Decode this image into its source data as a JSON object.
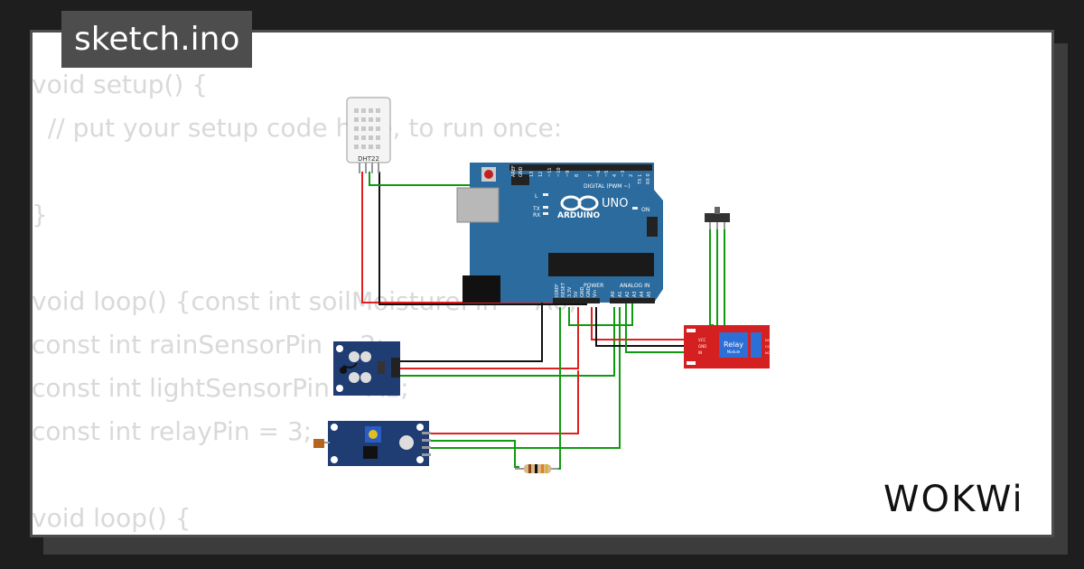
{
  "tab": {
    "filename": "sketch.ino"
  },
  "code_lines": [
    "void setup() {",
    "  // put your setup code here, to run once:",
    "",
    "}",
    "",
    "void loop() {const int soilMoisturePin = A0;",
    "const int rainSensorPin = 2;",
    "const int lightSensorPin = A1;",
    "const int relayPin = 3;",
    "",
    "void loop() {"
  ],
  "circuit": {
    "dht_label": "DHT22",
    "arduino": {
      "brand": "ARDUINO",
      "model": "UNO",
      "digital_label": "DIGITAL (PWM ~)",
      "power_label": "POWER",
      "analog_label": "ANALOG IN",
      "aref": "AREF",
      "gnd": "GND",
      "on": "ON",
      "tx": "TX",
      "rx": "RX",
      "l": "L",
      "digital_pins": [
        "13",
        "12",
        "~11",
        "~10",
        "~9",
        "8",
        "7",
        "~6",
        "~5",
        "4",
        "~3",
        "2",
        "TX 1",
        "RX 0"
      ],
      "power_pins": [
        "IOREF",
        "RESET",
        "3.3V",
        "5V",
        "GND",
        "GND",
        "Vin"
      ],
      "analog_pins": [
        "A0",
        "A1",
        "A2",
        "A3",
        "A4",
        "A5"
      ]
    },
    "relay": {
      "title": "Relay",
      "subtitle": "Module",
      "pins": [
        "VCC",
        "GND",
        "IN"
      ],
      "terminals": [
        "NO",
        "COM",
        "NC"
      ]
    }
  },
  "brand": {
    "logo": "WOKWi"
  },
  "colors": {
    "background": "#1e1e1e",
    "card": "#ffffff",
    "code_text": "#d9d9d9",
    "tab": "#4d4d4d",
    "board": "#2b6b9e"
  }
}
